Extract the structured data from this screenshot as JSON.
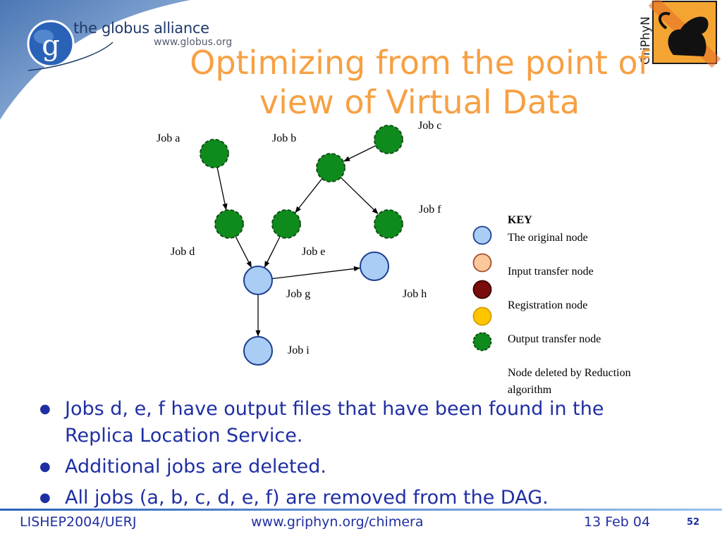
{
  "header": {
    "logo_text": "the globus alliance",
    "logo_url": "www.globus.org",
    "logo_letter": "g",
    "griphyn_text": "GriPhyN"
  },
  "title": {
    "line1": "Optimizing from the point of",
    "line2": "view of Virtual Data"
  },
  "diagram": {
    "nodes": [
      {
        "id": "a",
        "label": "Job a",
        "type": "output_transfer"
      },
      {
        "id": "b",
        "label": "Job b",
        "type": "output_transfer"
      },
      {
        "id": "c",
        "label": "Job c",
        "type": "output_transfer"
      },
      {
        "id": "d",
        "label": "Job d",
        "type": "output_transfer"
      },
      {
        "id": "e",
        "label": "Job e",
        "type": "output_transfer"
      },
      {
        "id": "f",
        "label": "Job f",
        "type": "output_transfer"
      },
      {
        "id": "g",
        "label": "Job g",
        "type": "original"
      },
      {
        "id": "h",
        "label": "Job h",
        "type": "original"
      },
      {
        "id": "i",
        "label": "Job i",
        "type": "original"
      }
    ],
    "edges": [
      {
        "from": "a",
        "to": "d"
      },
      {
        "from": "c",
        "to": "b"
      },
      {
        "from": "b",
        "to": "e"
      },
      {
        "from": "b",
        "to": "f"
      },
      {
        "from": "d",
        "to": "g"
      },
      {
        "from": "e",
        "to": "g"
      },
      {
        "from": "g",
        "to": "h"
      },
      {
        "from": "g",
        "to": "i"
      }
    ]
  },
  "key": {
    "title": "KEY",
    "items": [
      {
        "label": "The original node",
        "color": "#a9cdf5",
        "stroke": "#1f3f8f"
      },
      {
        "label": "Input  transfer node",
        "color": "#fcc89b",
        "stroke": "#a0522d"
      },
      {
        "label": "Registration node",
        "color": "#7a0b0b",
        "stroke": "#3a0000"
      },
      {
        "label": "Output  transfer node",
        "color": "#ffc600",
        "stroke": "#d99a00"
      },
      {
        "label": "Node deleted by Reduction",
        "color": "#0f8a1c",
        "stroke": "#0a4a10",
        "dashed": true
      },
      {
        "label": "algorithm"
      }
    ]
  },
  "colors": {
    "title": "#f7a043",
    "bullet_text": "#1f2fa3",
    "deleted_node": "#0f8a1c",
    "original_node": "#a9cdf5"
  },
  "bullets": [
    "Jobs d, e, f have output files that have been found in the Replica Location Service.",
    "Additional jobs are deleted.",
    "All jobs (a, b, c, d, e, f) are removed from the DAG."
  ],
  "footer": {
    "left": "LISHEP2004/UERJ",
    "center": "www.griphyn.org/chimera",
    "right": "13 Feb 04",
    "page": "52"
  }
}
